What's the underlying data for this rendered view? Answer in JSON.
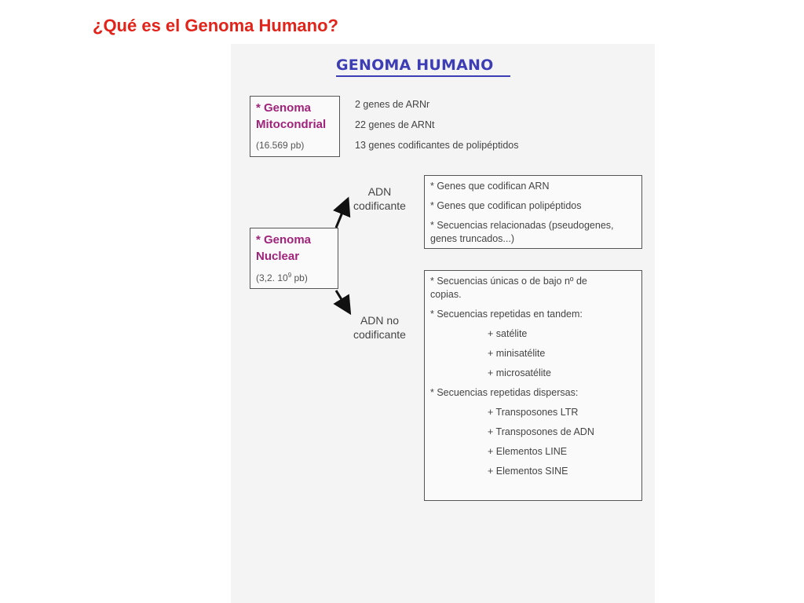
{
  "slide_title": "¿Qué es el Genoma Humano?",
  "figure": {
    "title": "GENOMA HUMANO",
    "mitochondrial": {
      "line1": "* Genoma",
      "line2": "Mitocondrial",
      "size": "(16.569 pb)",
      "features": [
        "2 genes de ARNr",
        "22 genes de ARNt",
        "13 genes codificantes de polipéptidos"
      ]
    },
    "nuclear": {
      "line1": "* Genoma",
      "line2": "Nuclear",
      "size_prefix": "(3,2. 10",
      "size_exp": "9",
      "size_suffix": " pb)"
    },
    "coding": {
      "label_line1": "ADN",
      "label_line2": "codificante",
      "items": [
        "* Genes que codifican ARN",
        "* Genes que codifican polipéptidos",
        "* Secuencias relacionadas (pseudogenes,",
        "genes truncados...)"
      ]
    },
    "noncoding": {
      "label_line1": "ADN no",
      "label_line2": "codificante",
      "items": [
        "* Secuencias únicas o de bajo nº de",
        "copias.",
        "* Secuencias repetidas en tandem:",
        "+ satélite",
        "+ minisatélite",
        "+ microsatélite",
        "* Secuencias repetidas dispersas:",
        "+ Transposones LTR",
        "+ Transposones de ADN",
        "+ Elementos LINE",
        "+ Elementos SINE"
      ]
    }
  }
}
